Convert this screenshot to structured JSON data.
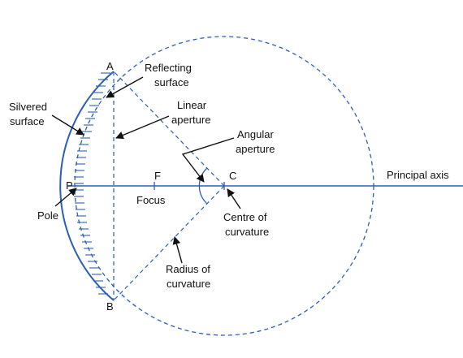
{
  "points": {
    "A": "A",
    "B": "B",
    "P": "P",
    "F": "F",
    "C": "C"
  },
  "labels": {
    "reflecting": [
      "Reflecting",
      "surface"
    ],
    "silvered": [
      "Silvered",
      "surface"
    ],
    "linear_aperture": [
      "Linear",
      "aperture"
    ],
    "angular_aperture": [
      "Angular",
      "aperture"
    ],
    "principal_axis": "Principal axis",
    "focus": "Focus",
    "pole": "Pole",
    "centre": [
      "Centre of",
      "curvature"
    ],
    "radius": [
      "Radius of",
      "curvature"
    ]
  },
  "colors": {
    "line": "#2a5fb5",
    "text": "#111111",
    "arrow": "#111111"
  }
}
